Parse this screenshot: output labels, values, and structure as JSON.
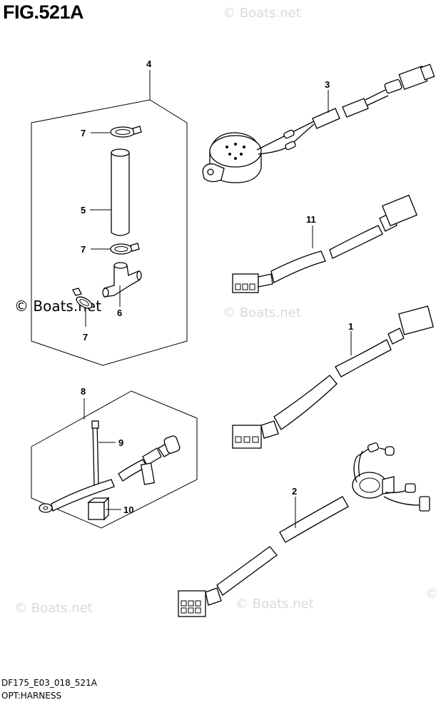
{
  "figure": {
    "title": "FIG.521A"
  },
  "footer": {
    "code": "DF175_E03_018_521A",
    "name": "OPT:HARNESS"
  },
  "watermark": {
    "text": "© Boats.net"
  },
  "callouts": {
    "c1": "1",
    "c2": "2",
    "c3": "3",
    "c4": "4",
    "c5": "5",
    "c6": "6",
    "c7a": "7",
    "c7b": "7",
    "c7c": "7",
    "c8": "8",
    "c9": "9",
    "c10": "10",
    "c11": "11"
  }
}
